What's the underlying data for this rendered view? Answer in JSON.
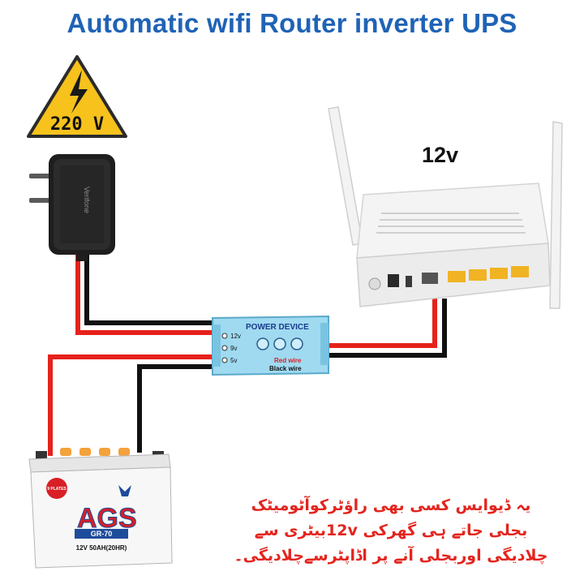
{
  "title": "Automatic wifi Router inverter UPS",
  "colors": {
    "title": "#1f63b6",
    "wire_red": "#e5221b",
    "wire_black": "#111111",
    "warning_yellow": "#f7c21c",
    "device_blue": "#8fd3ee",
    "urdu_text": "#e4241e",
    "battery_red": "#d81f26",
    "battery_blue": "#1d4c9b"
  },
  "source": {
    "voltage_label": "220 V",
    "icon": "high-voltage-warning-icon"
  },
  "adapter": {
    "brand": "Verifone",
    "icon": "power-adapter-icon"
  },
  "router": {
    "voltage_label": "12v",
    "icon": "wifi-router-icon"
  },
  "device": {
    "name": "POWER DEVICE",
    "outputs": [
      "12v",
      "9v",
      "5v"
    ],
    "red_wire_label": "Red wire",
    "black_wire_label": "Black wire",
    "icon": "ups-module-icon"
  },
  "battery": {
    "brand": "AGS",
    "model": "GR-70",
    "spec": "12V 50AH(20HR)",
    "badge": "9 PLATES",
    "icon": "battery-icon"
  },
  "description": [
    "یہ ڈیوایس کسی بھی راؤٹرکوآٹومیٹک",
    "بجلی جاتے ہی گھرکی 12vبیٹری سے",
    "چلادیگی اوربجلی آنے پر اڈاپٹرسےچلادیگی۔"
  ]
}
